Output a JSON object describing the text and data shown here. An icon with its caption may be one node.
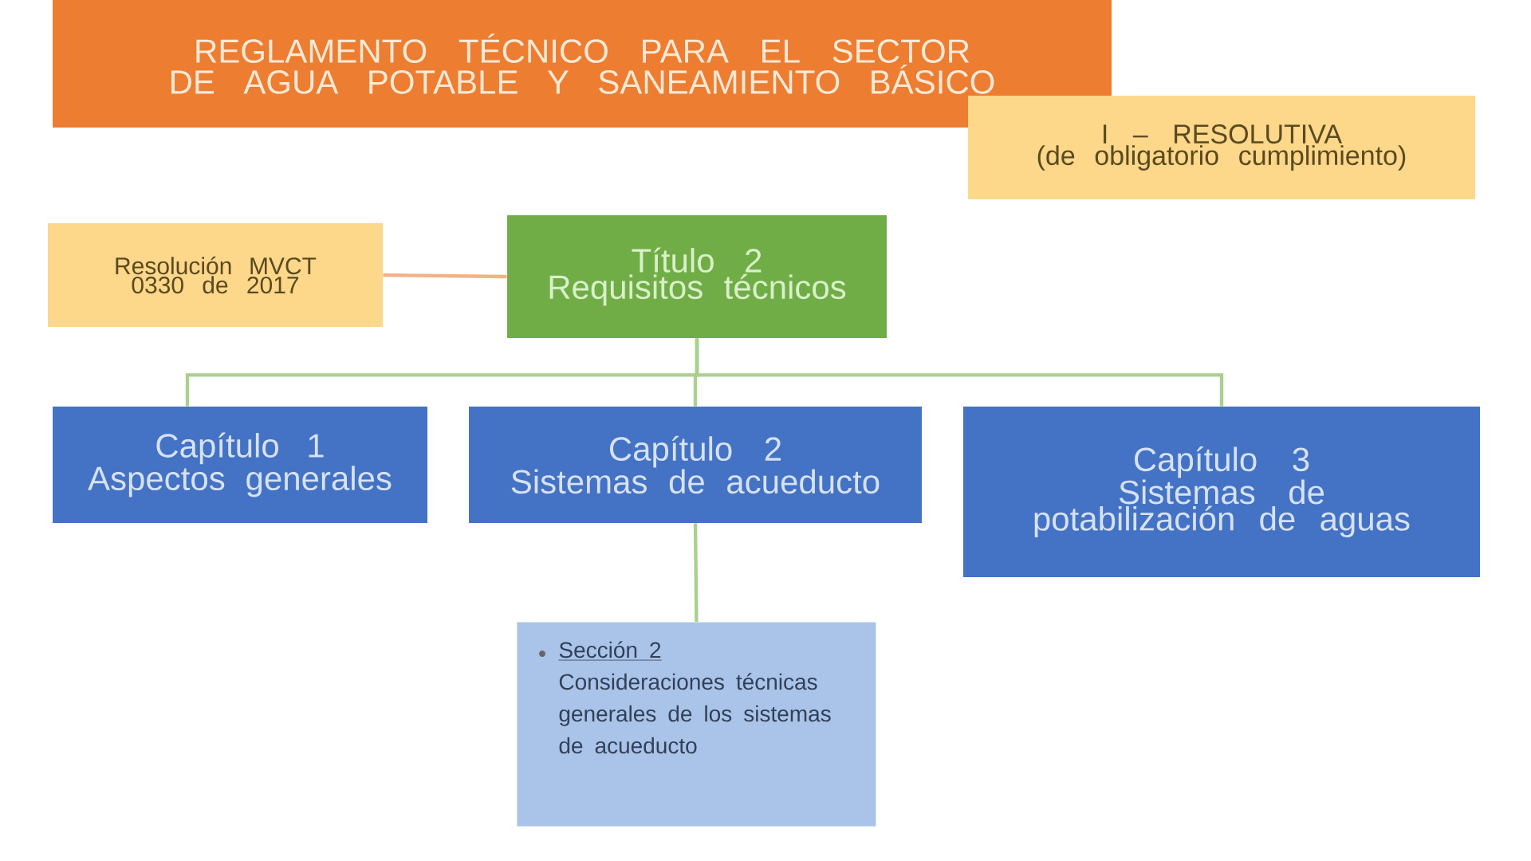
{
  "diagram": {
    "nodes": [
      {
        "text": [
          "REGLAMENTO TÉCNICO PARA EL SECTOR DE AGUA POTABLE Y SANEAMIENTO BÁSICO"
        ]
      },
      {
        "text": [
          "I – RESOLUTIVA",
          "(de obligatorio cumplimiento)"
        ]
      },
      {
        "text": [
          "Resolución MVCT 0330 de 2017"
        ]
      },
      {
        "text": [
          "Título 2",
          "Requisitos técnicos"
        ]
      },
      {
        "text": [
          "Capítulo 1",
          "Aspectos generales"
        ]
      },
      {
        "text": [
          "Capítulo 2",
          "Sistemas de acueducto"
        ]
      },
      {
        "text": [
          "Capítulo 3",
          "Sistemas de potabilización de aguas"
        ]
      },
      {
        "text": [
          "Sección 2",
          "Consideraciones técnicas generales de los sistemas de acueducto"
        ]
      }
    ],
    "edges": [
      {
        "from": 2,
        "to": 3,
        "arrow": "none",
        "color": "#f4b183"
      },
      {
        "from": 3,
        "to": 4,
        "arrow": "none"
      },
      {
        "from": 3,
        "to": 5,
        "arrow": "none"
      },
      {
        "from": 3,
        "to": 6,
        "arrow": "none"
      },
      {
        "from": 5,
        "to": 7,
        "arrow": "none"
      }
    ]
  }
}
